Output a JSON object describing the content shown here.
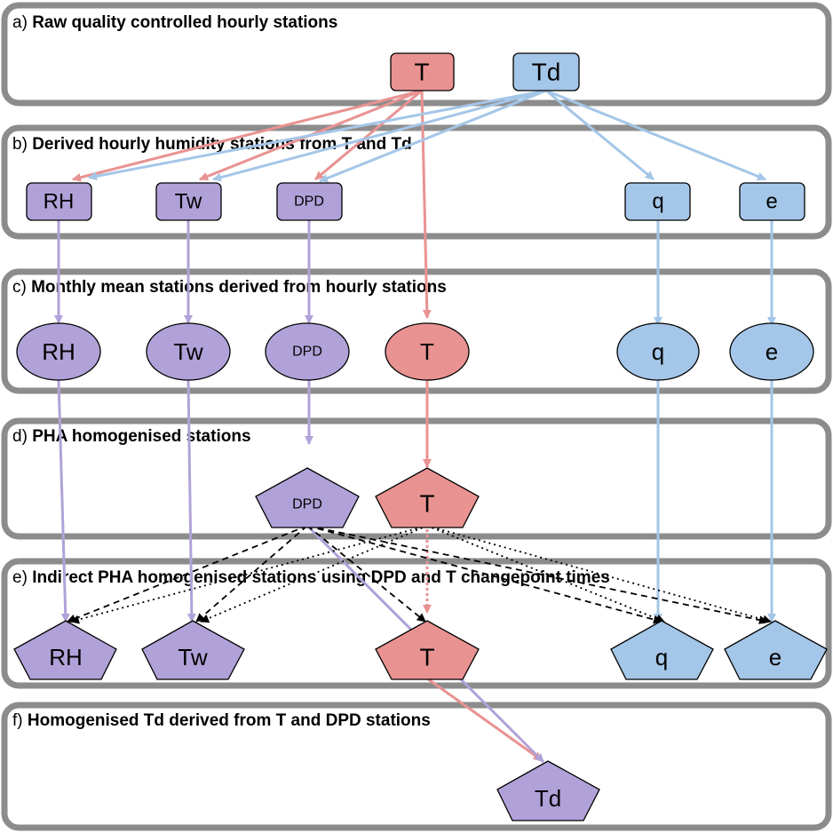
{
  "colors": {
    "temperature_fill": "#e99292",
    "temperature_line": "#e99292",
    "dewpoint_fill": "#a4c6e8",
    "dewpoint_line": "#a4c6e8",
    "derived_fill": "#b0a2d8",
    "derived_line": "#b0a2d8",
    "frame": "#8c8c8c"
  },
  "panels": {
    "a": {
      "letter": "a)",
      "title": "Raw quality controlled hourly stations"
    },
    "b": {
      "letter": "b)",
      "title": "Derived hourly humidity stations from T and Td"
    },
    "c": {
      "letter": "c)",
      "title": "Monthly mean stations derived from hourly stations"
    },
    "d": {
      "letter": "d)",
      "title": "PHA homogenised stations"
    },
    "e": {
      "letter": "e)",
      "title": "Indirect PHA homogenised stations using DPD and T changepoint times"
    },
    "f": {
      "letter": "f)",
      "title": "Homogenised Td derived from T and DPD stations"
    }
  },
  "nodes": {
    "a_T": "T",
    "a_Td": "Td",
    "b_RH": "RH",
    "b_Tw": "Tw",
    "b_DPD": "DPD",
    "b_q": "q",
    "b_e": "e",
    "c_RH": "RH",
    "c_Tw": "Tw",
    "c_DPD": "DPD",
    "c_T": "T",
    "c_q": "q",
    "c_e": "e",
    "d_DPD": "DPD",
    "d_T": "T",
    "e_RH": "RH",
    "e_Tw": "Tw",
    "e_T": "T",
    "e_q": "q",
    "e_e": "e",
    "f_Td": "Td"
  }
}
